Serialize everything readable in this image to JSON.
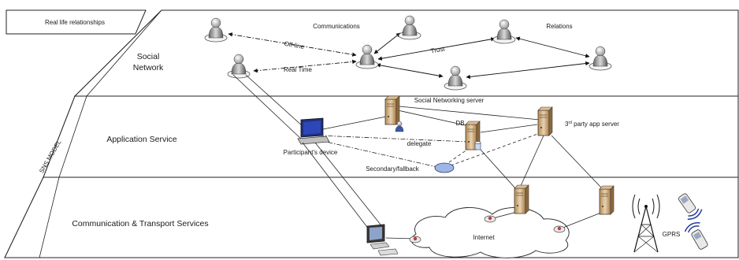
{
  "legend_box": "Real life relationships",
  "model_label": "SNS MODEL",
  "layers": {
    "social": "Social Network",
    "application": "Application Service",
    "transport": "Communication & Transport Services"
  },
  "labels": {
    "communications": "Communications",
    "relations": "Relations",
    "offline": "Off-line",
    "realtime": "Real Time",
    "trust": "Trust",
    "sns_server": "Social Networking server",
    "db": "DB",
    "third_party_prefix": "3",
    "third_party_sup": "rd",
    "third_party_suffix": " party app server",
    "participant_device": "Participant's device",
    "delegate": "delegate",
    "secondary": "Secondary/fallback",
    "internet": "Internet",
    "gprs": "GPRS"
  }
}
